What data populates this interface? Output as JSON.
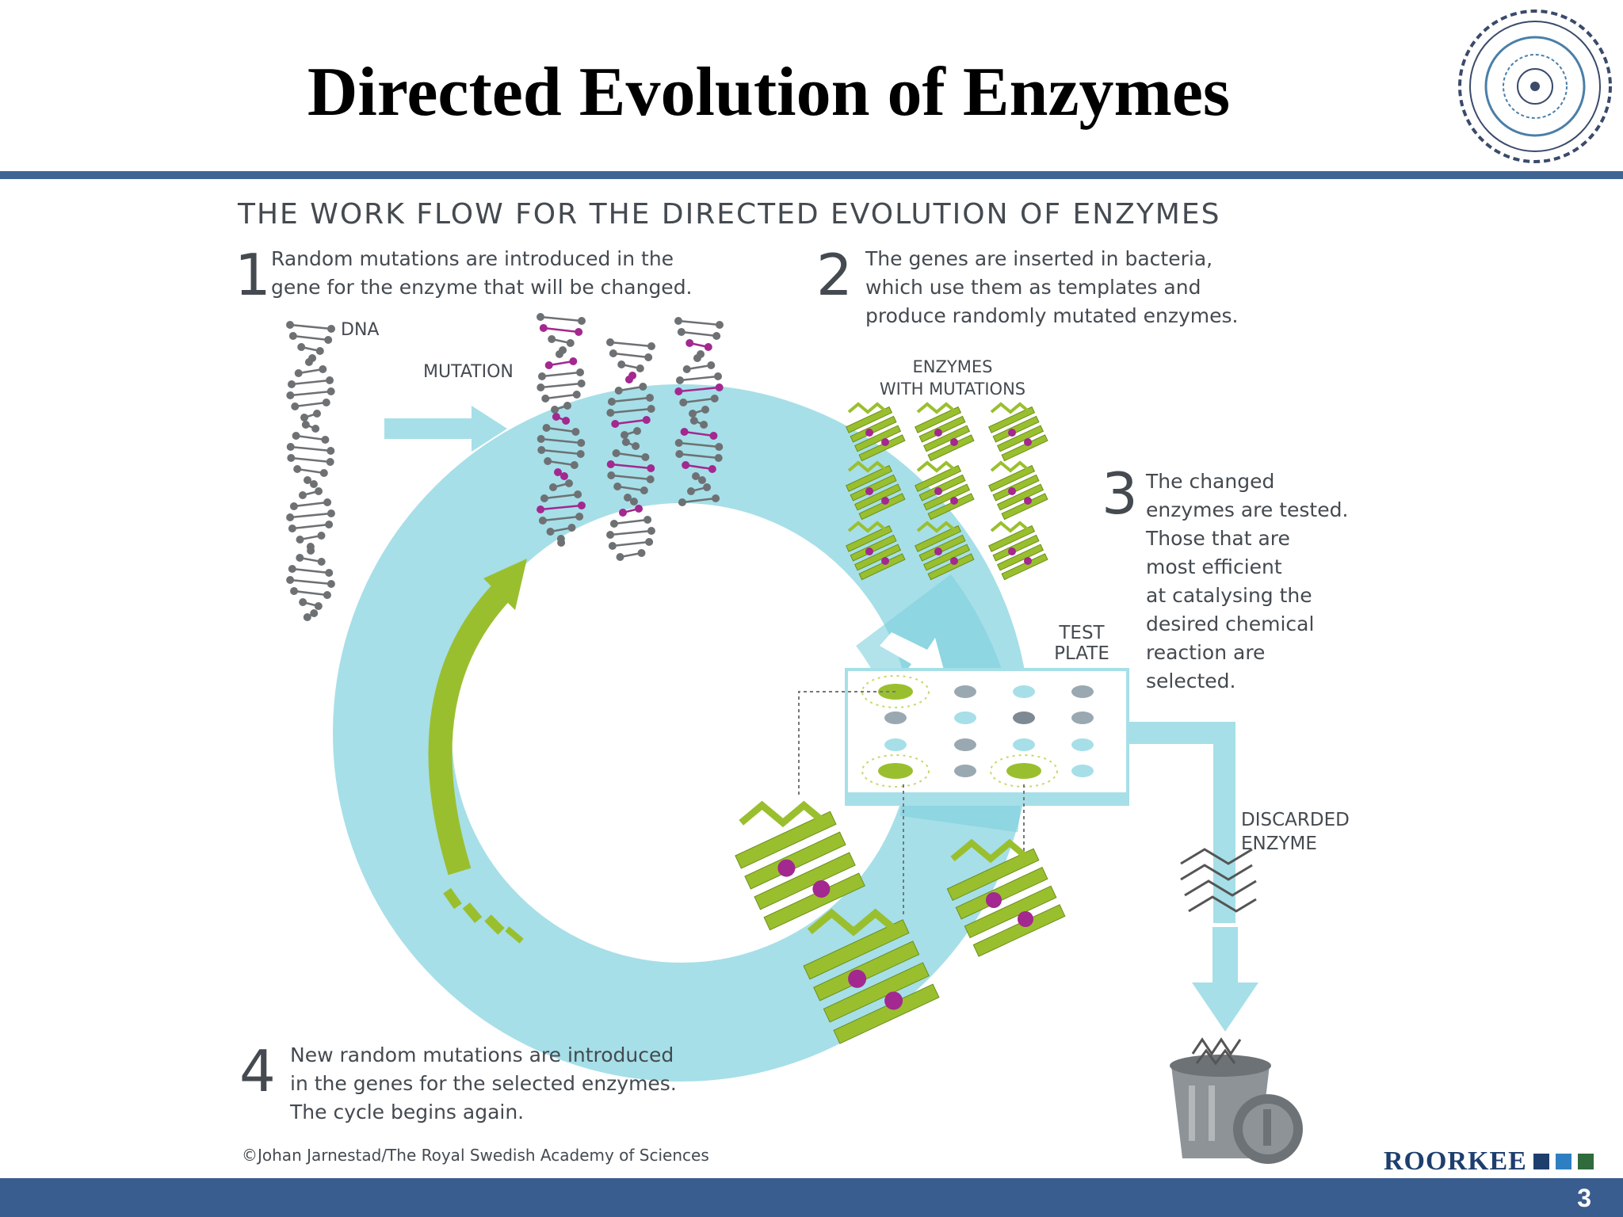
{
  "slide": {
    "title": "Directed Evolution of Enzymes",
    "page_number": "3",
    "brand": "ROORKEE"
  },
  "figure": {
    "heading": "THE WORK FLOW FOR THE DIRECTED EVOLUTION OF ENZYMES",
    "step1": {
      "number": "1",
      "lines": [
        "Random mutations are introduced in the",
        "gene for the enzyme that will be changed."
      ]
    },
    "step2": {
      "number": "2",
      "lines": [
        "The genes are inserted in bacteria,",
        "which use them as templates and",
        "produce randomly mutated enzymes."
      ]
    },
    "step3": {
      "number": "3",
      "lines": [
        "The changed",
        "enzymes are tested.",
        "Those that are",
        "most efficient",
        "at catalysing the",
        "desired chemical",
        "reaction are",
        "selected."
      ]
    },
    "step4": {
      "number": "4",
      "lines": [
        "New random mutations are introduced",
        "in the genes for the selected enzymes.",
        "The cycle begins again."
      ]
    },
    "labels": {
      "dna": "DNA",
      "mutation": "MUTATION",
      "enzymes_line1": "ENZYMES",
      "enzymes_line2": "WITH MUTATIONS",
      "test_line1": "TEST",
      "test_line2": "PLATE",
      "discarded_line1": "DISCARDED",
      "discarded_line2": "ENZYME"
    },
    "credit": "©Johan Jarnestad/The Royal Swedish Academy of Sciences",
    "colors": {
      "cycle": "#a6dfe8",
      "cycle_dark": "#7fd0dc",
      "green": "#9abf2e",
      "magenta": "#a3288f",
      "dna_gray": "#6e7174",
      "header_blue": "#3f6593"
    }
  },
  "icons": {
    "logo": "institute-seal-icon",
    "bin": "trash-bin-icon"
  }
}
